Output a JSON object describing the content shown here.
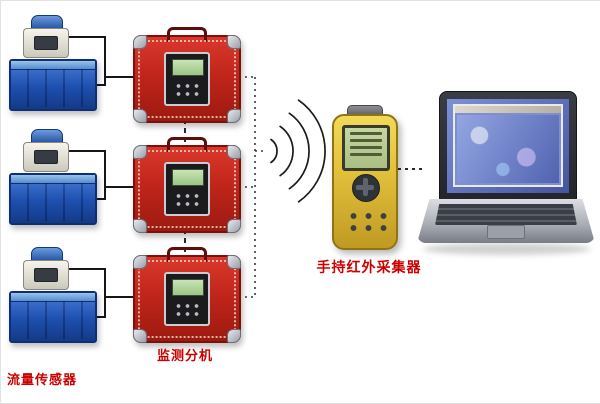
{
  "labels": {
    "flow_sensor": "流量传感器",
    "monitor_unit": "监测分机",
    "handheld": "手持红外采集器"
  },
  "colors": {
    "box_red": "#c1251b",
    "tank_blue": "#1d4fae",
    "handheld_yellow": "#e3c23d",
    "label_red": "#cc0000",
    "line_black": "#1a1a1a"
  }
}
